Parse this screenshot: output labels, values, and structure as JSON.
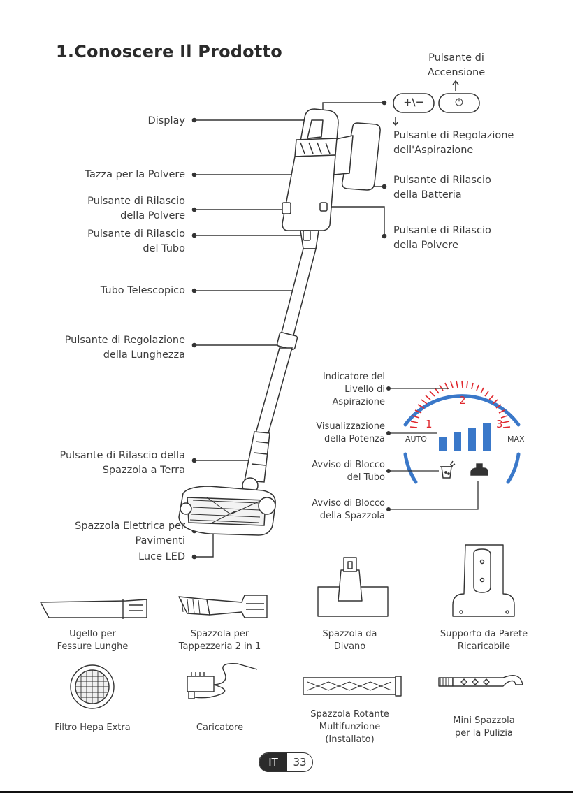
{
  "title": "1.Conoscere Il Prodotto",
  "callouts": {
    "power_button": "Pulsante di\nAccensione",
    "display": "Display",
    "suction_adjust": "Pulsante di Regolazione\ndell'Aspirazione",
    "dust_cup": "Tazza per la Polvere",
    "battery_release": "Pulsante di Rilascio\ndella Batteria",
    "dust_release_left": "Pulsante di Rilascio\ndella Polvere",
    "dust_release_right": "Pulsante di Rilascio\ndella Polvere",
    "tube_release": "Pulsante di Rilascio\ndel Tubo",
    "telescopic_tube": "Tubo Telescopico",
    "length_adjust": "Pulsante di Regolazione\ndella Lunghezza",
    "floor_brush_release": "Pulsante di Rilascio della\nSpazzola a Terra",
    "electric_floor_brush": "Spazzola Elettrica per\nPavimenti",
    "led_light": "Luce LED"
  },
  "buttons": {
    "adjust_symbol": "+\\−",
    "power_symbol": "⏻"
  },
  "display_panel": {
    "suction_level_indicator": "Indicatore del\nLivello di\nAspirazione",
    "power_display": "Visualizzazione\ndella Potenza",
    "tube_block_warning": "Avviso di Blocco\ndel Tubo",
    "brush_block_warning": "Avviso di Blocco\ndella Spazzola",
    "auto_label": "AUTO",
    "max_label": "MAX",
    "level_1": "1",
    "level_2": "2",
    "level_3": "3",
    "red": "#e0282e",
    "blue": "#3a78c9"
  },
  "accessories": [
    {
      "name": "Ugello per\nFessure Lunghe"
    },
    {
      "name": "Spazzola per\nTappezzeria 2 in 1"
    },
    {
      "name": "Spazzola da\nDivano"
    },
    {
      "name": "Supporto da Parete\nRicaricabile"
    },
    {
      "name": "Filtro Hepa Extra"
    },
    {
      "name": "Caricatore"
    },
    {
      "name": "Spazzola Rotante\nMultifunzione\n(Installato)"
    },
    {
      "name": "Mini Spazzola\nper la Pulizia"
    }
  ],
  "footer": {
    "lang": "IT",
    "page": "33"
  }
}
